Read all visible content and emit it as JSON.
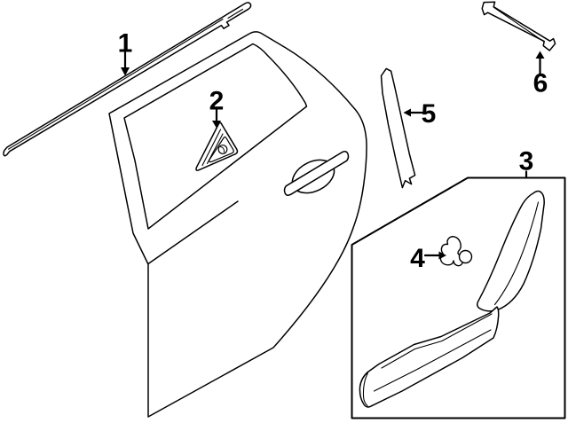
{
  "diagram": {
    "type": "exploded-parts-line-drawing",
    "subject": "rear-door-exterior-trim",
    "background_color": "#ffffff",
    "line_color": "#000000",
    "callouts": [
      {
        "label": "1",
        "arrow_direction": "down"
      },
      {
        "label": "2",
        "arrow_direction": "down"
      },
      {
        "label": "3",
        "arrow_direction": "none-leader-line"
      },
      {
        "label": "4",
        "arrow_direction": "right"
      },
      {
        "label": "5",
        "arrow_direction": "left"
      },
      {
        "label": "6",
        "arrow_direction": "up"
      }
    ]
  }
}
